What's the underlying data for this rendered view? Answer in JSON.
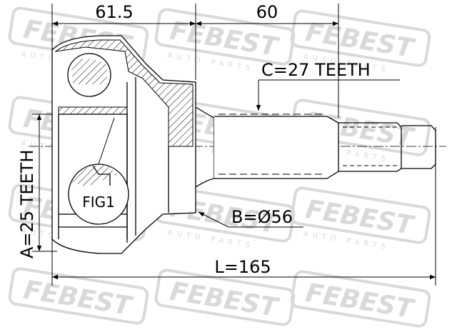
{
  "diagram": {
    "dim_top_left": "61.5",
    "dim_top_right": "60",
    "spline_c": "C=27 TEETH",
    "spline_a": "A=25 TEETH",
    "diameter_b": "B=Ø56",
    "length_l": "L=165",
    "fig_label": "FIG1"
  },
  "watermark": {
    "brand": "FEBEST",
    "tagline": "AUTO PARTS"
  },
  "colors": {
    "line": "#000000",
    "watermark": "#d9d9d9",
    "background": "#ffffff"
  }
}
